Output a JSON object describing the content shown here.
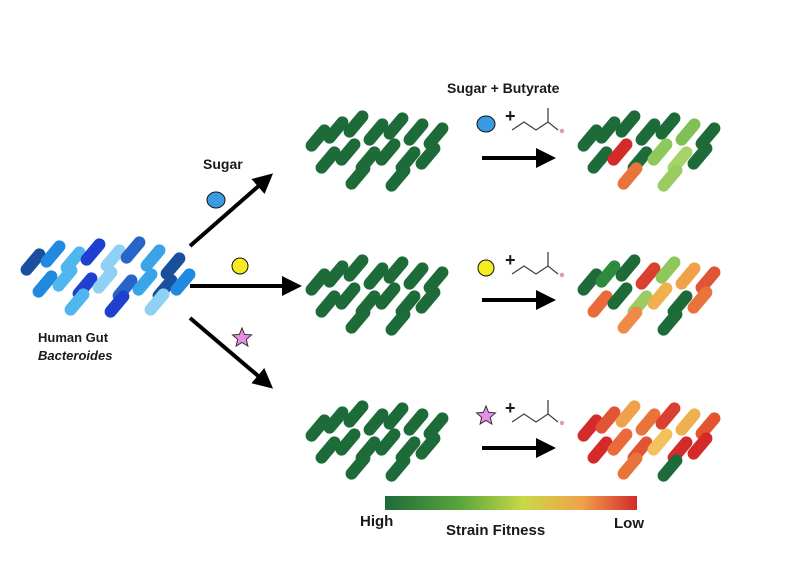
{
  "labels": {
    "top_condition": "Sugar + Butyrate",
    "sugar": "Sugar",
    "human_gut": "Human Gut",
    "bacteroides": "Bacteroides",
    "plus": "+"
  },
  "legend": {
    "high": "High",
    "title": "Strain Fitness",
    "low": "Low",
    "gradient_colors": [
      "#1e6b3a",
      "#5aa63c",
      "#c9d847",
      "#f0a24a",
      "#d42a2a"
    ]
  },
  "colors": {
    "blue_cluster": [
      "#1a4f9e",
      "#1f8ae0",
      "#4fb7ee",
      "#1f3fcf",
      "#8fd1f5",
      "#2766c8",
      "#39a4e8"
    ],
    "dark_green": "#1e6b3a",
    "sugar_blue": "#3a9be0",
    "sugar_yellow": "#f4ec1e",
    "sugar_star": "#e88ee8"
  },
  "rows": [
    {
      "sugar": "circle-blue",
      "fitness": [
        "#1e6b3a",
        "#1e6b3a",
        "#1e6b3a",
        "#1e6b3a",
        "#1e6b3a",
        "#7fbf54",
        "#1e6b3a",
        "#1e6b3a",
        "#d42a2a",
        "#1e6b3a",
        "#8fc85a",
        "#a6d46a",
        "#1e6b3a",
        "#e8743b",
        "#9acc62"
      ]
    },
    {
      "sugar": "circle-yellow",
      "fitness": [
        "#1e6b3a",
        "#2e8a3f",
        "#1e6b3a",
        "#d94030",
        "#8fc85a",
        "#f0a24a",
        "#e05535",
        "#ea6a3b",
        "#1e6b3a",
        "#9acc62",
        "#f0b04e",
        "#1e6b3a",
        "#e8743b",
        "#f08a48",
        "#1e6b3a"
      ]
    },
    {
      "sugar": "star-pink",
      "fitness": [
        "#d42a2a",
        "#e05535",
        "#f0a24a",
        "#e8743b",
        "#d94030",
        "#f0b04e",
        "#e2552f",
        "#d42a2a",
        "#ea6a3b",
        "#e05535",
        "#f4c25a",
        "#d42a2a",
        "#d42a2a",
        "#e8743b",
        "#1e6b3a"
      ]
    }
  ]
}
